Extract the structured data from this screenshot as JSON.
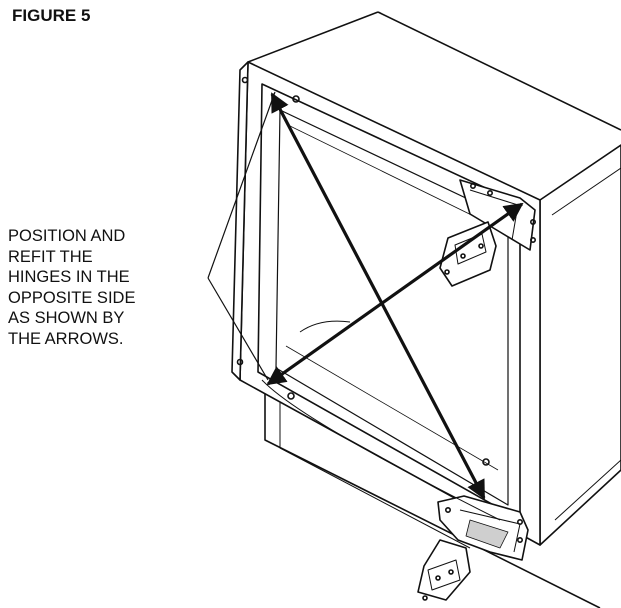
{
  "figure": {
    "title": "FIGURE 5",
    "instruction_lines": [
      "POSITION AND",
      "REFIT THE",
      "HINGES IN THE",
      "OPPOSITE SIDE",
      "AS SHOWN BY",
      "THE ARROWS."
    ]
  },
  "colors": {
    "ink": "#111111",
    "paper": "#ffffff",
    "shade": "#cfcfcf"
  }
}
